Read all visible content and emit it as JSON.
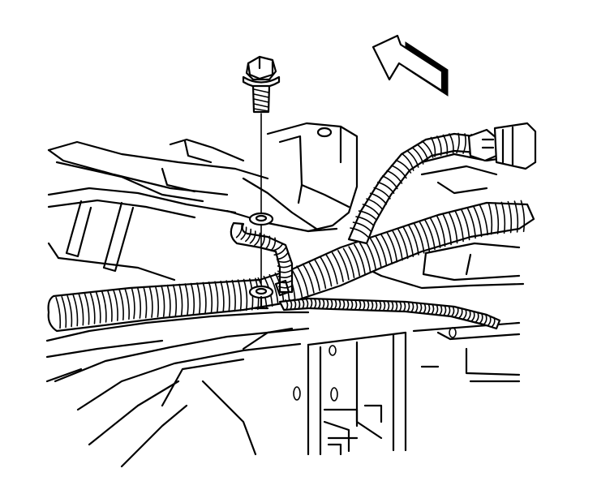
{
  "figure": {
    "background": "#ffffff",
    "line_color": "#000000",
    "parts": [
      {
        "name": "bolt"
      },
      {
        "name": "direction-arrow"
      },
      {
        "name": "main-wiring-harness"
      },
      {
        "name": "upper-harness-branch"
      },
      {
        "name": "lower-harness-branch"
      },
      {
        "name": "electrical-connector"
      },
      {
        "name": "mounting-bracket"
      },
      {
        "name": "washer"
      },
      {
        "name": "ground-stud"
      }
    ]
  }
}
